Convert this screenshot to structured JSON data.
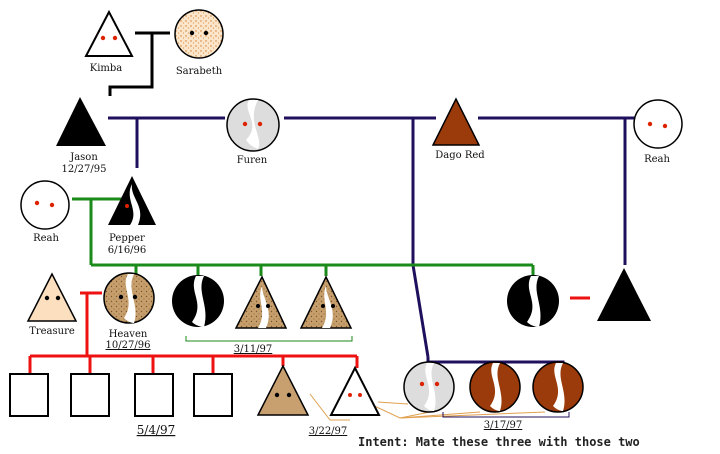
{
  "labels": {
    "kimba": "Kimba",
    "sarabeth": "Sarabeth",
    "jason": "Jason",
    "jason_date": "12/27/95",
    "furen": "Furen",
    "dago_red": "Dago Red",
    "reah_right": "Reah",
    "reah_left": "Reah",
    "pepper": "Pepper",
    "pepper_date": "6/16/96",
    "treasure": "Treasure",
    "heaven": "Heaven",
    "heaven_date": "10/27/96",
    "litter_3_11": "3/11/97",
    "litter_5_4": "5/4/97",
    "litter_3_22": "3/22/97",
    "litter_3_17": "3/17/97",
    "intent_note": "Intent: Mate these three with those two"
  },
  "colors": {
    "black": "#000000",
    "navy": "#1f0f5c",
    "green": "#1a8a1a",
    "red": "#ee1111",
    "orange": "#e0a050",
    "brown": "#9b3a0a",
    "tan": "#c8a070",
    "peach": "#fbdfbe",
    "light_gray": "#dddddd",
    "eye_red": "#dd2200"
  },
  "icons": {
    "male": "triangle",
    "female": "circle"
  }
}
